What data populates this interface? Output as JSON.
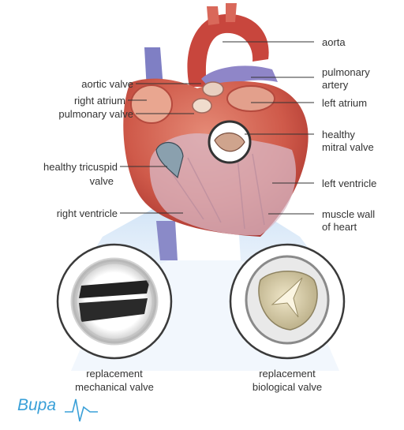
{
  "labels": {
    "aorta": "aorta",
    "pulmonary_artery_1": "pulmonary",
    "pulmonary_artery_2": "artery",
    "left_atrium": "left atrium",
    "healthy_mitral_1": "healthy",
    "healthy_mitral_2": "mitral valve",
    "left_ventricle": "left ventricle",
    "muscle_wall_1": "muscle wall",
    "muscle_wall_2": "of heart",
    "aortic_valve": "aortic valve",
    "right_atrium": "right atrium",
    "pulmonary_valve": "pulmonary valve",
    "tricuspid_1": "healthy tricuspid",
    "tricuspid_2": "valve",
    "right_ventricle": "right ventricle",
    "mechanical_1": "replacement",
    "mechanical_2": "mechanical valve",
    "biological_1": "replacement",
    "biological_2": "biological valve"
  },
  "brand": {
    "name": "Bupa"
  },
  "colors": {
    "label_text": "#333333",
    "leader_line": "#333333",
    "heart_red": "#c8463d",
    "heart_light": "#e07a68",
    "vein_blue": "#7f7fc4",
    "beam_blue": "#d6e6f7",
    "brand_blue": "#3aa0d8"
  }
}
